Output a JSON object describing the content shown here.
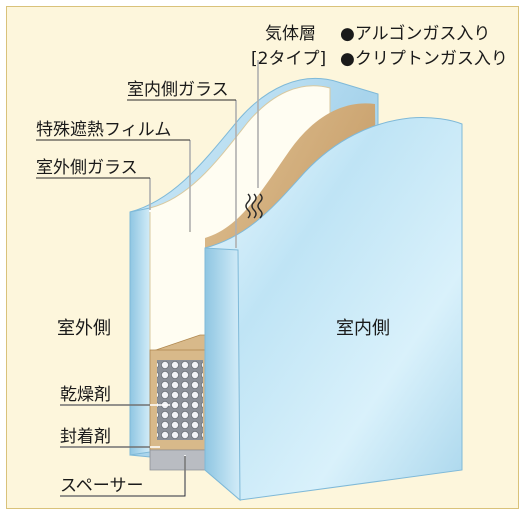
{
  "labels": {
    "gas_layer": "気体層",
    "argon": "●アルゴンガス入り",
    "two_types": "[2タイプ]",
    "krypton": "●クリプトンガス入り",
    "inner_glass": "室内側ガラス",
    "film": "特殊遮熱フィルム",
    "outer_glass": "室外側ガラス",
    "outdoor_side": "室外側",
    "indoor_side": "室内側",
    "desiccant": "乾燥剤",
    "sealant": "封着剤",
    "spacer": "スペーサー"
  },
  "colors": {
    "background": "#fdf6dc",
    "frame": "#d9c27a",
    "glass": "#bfe3f3",
    "film": "#fffdf2",
    "gas_cavity": "#c79a60",
    "spacer_tan": "#d8b98a",
    "sealant_grey": "#b9bcc2",
    "label_line": "#ffffff"
  },
  "icons": {
    "gas_symbol": "wavy-lines-icon",
    "desiccant_beads": "beads-pattern"
  }
}
